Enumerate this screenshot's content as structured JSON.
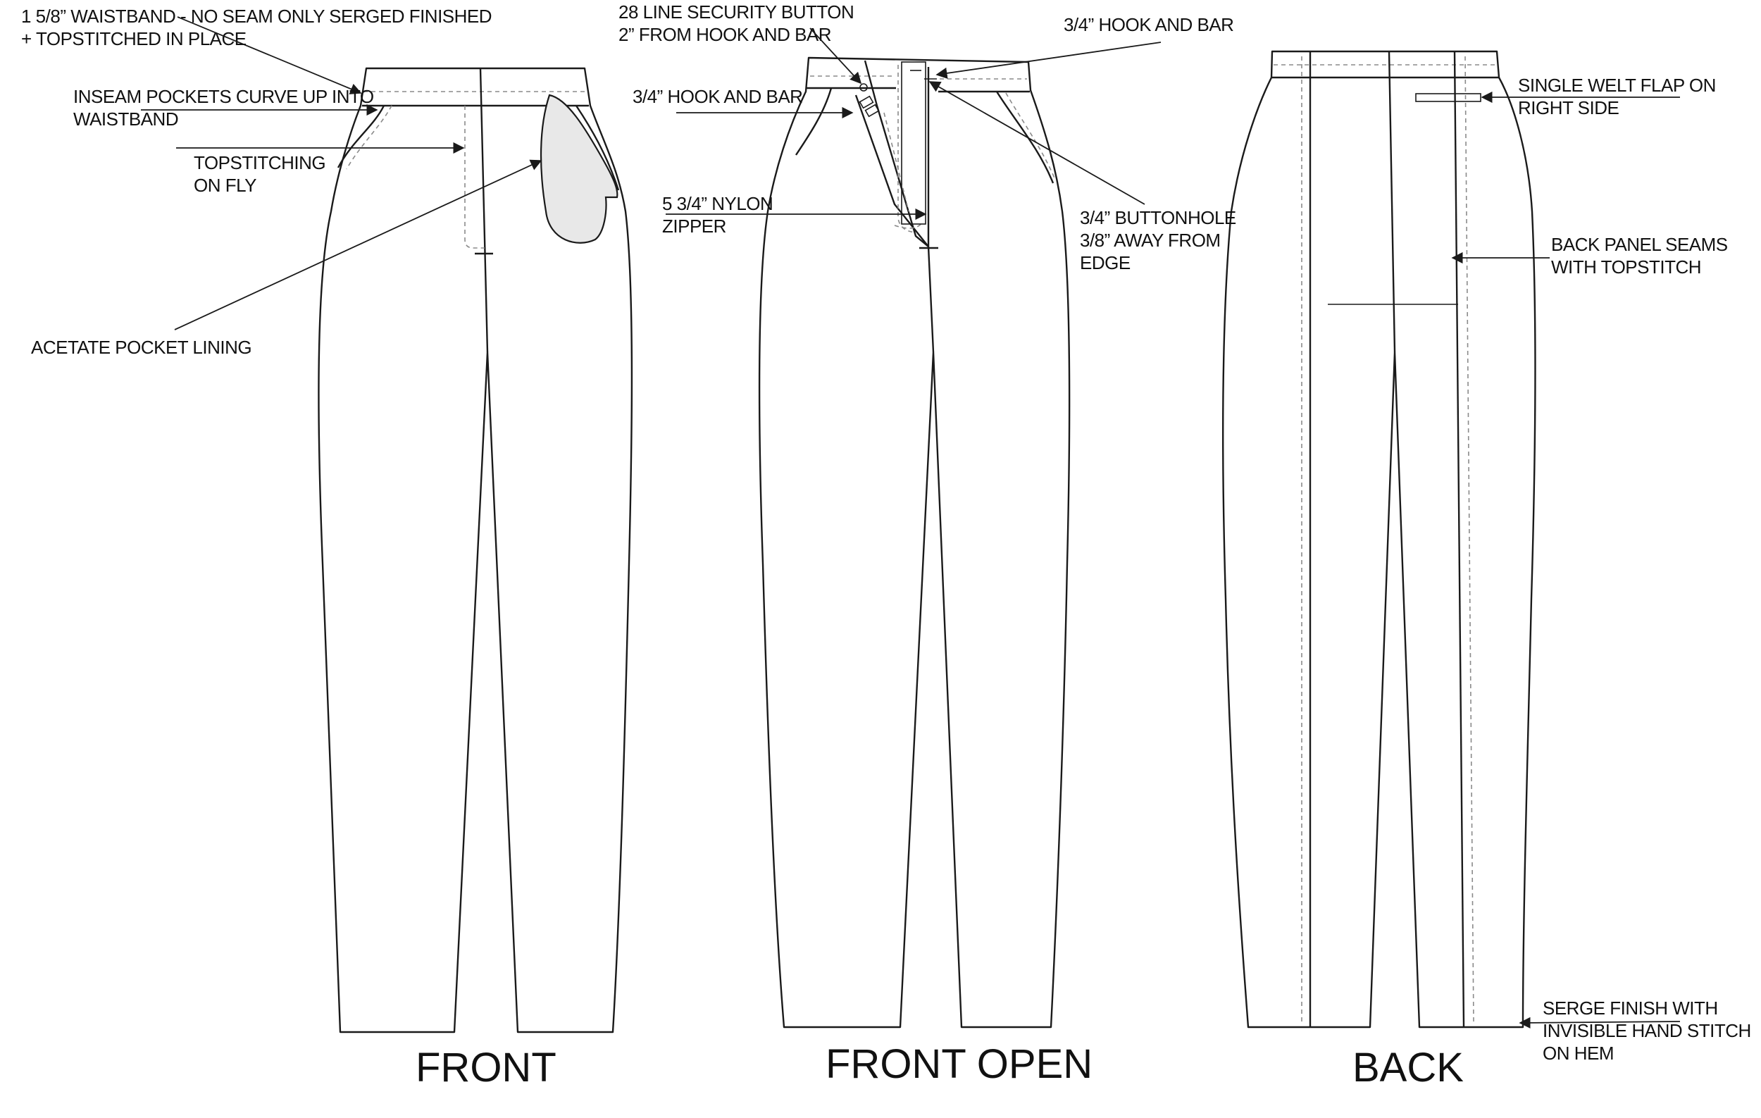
{
  "views": {
    "front": {
      "title": "FRONT"
    },
    "front_open": {
      "title": "FRONT OPEN"
    },
    "back": {
      "title": "BACK"
    }
  },
  "callouts": {
    "waistband": {
      "line1": "1 5/8” WAISTBAND - NO SEAM ONLY SERGED FINISHED",
      "line2": "+ TOPSTITCHED IN PLACE"
    },
    "inseam_pockets": {
      "line1": "INSEAM POCKETS CURVE UP INTO",
      "line2": "WAISTBAND"
    },
    "topstitching_fly": {
      "line1": "TOPSTITCHING",
      "line2": "ON FLY"
    },
    "pocket_lining": {
      "line1": "ACETATE POCKET LINING"
    },
    "security_button": {
      "line1": "28 LINE SECURITY BUTTON",
      "line2": "2” FROM HOOK AND BAR"
    },
    "hook_bar_left": {
      "line1": "3/4” HOOK AND BAR"
    },
    "hook_bar_right": {
      "line1": "3/4” HOOK AND BAR"
    },
    "zipper": {
      "line1": "5 3/4” NYLON",
      "line2": "ZIPPER"
    },
    "buttonhole": {
      "line1": "3/4” BUTTONHOLE",
      "line2": "3/8” AWAY FROM",
      "line3": "EDGE"
    },
    "welt_flap": {
      "line1": "SINGLE WELT FLAP ON",
      "line2": "RIGHT SIDE"
    },
    "back_seams": {
      "line1": "BACK PANEL SEAMS",
      "line2": "WITH TOPSTITCH"
    },
    "hem": {
      "line1": "SERGE FINISH WITH",
      "line2": "INVISIBLE HAND STITCH",
      "line3": "ON HEM"
    }
  },
  "colors": {
    "line": "#1a1a1a",
    "stitch": "#8a8a8a",
    "lining_fill": "#e8e8e8"
  }
}
